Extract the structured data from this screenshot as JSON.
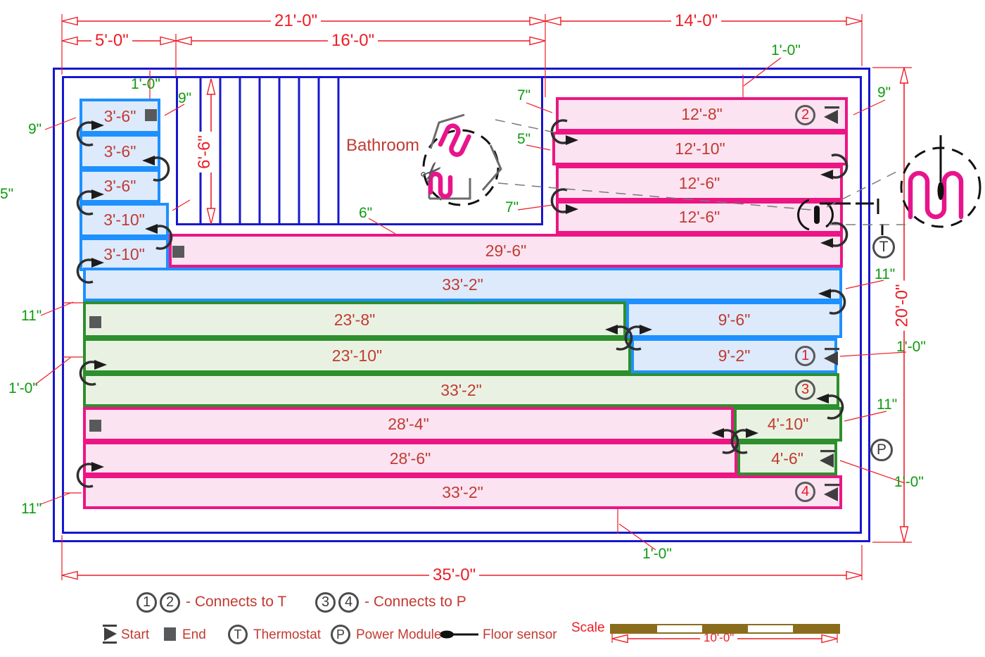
{
  "dims": {
    "w21": "21'-0\"",
    "w14": "14'-0\"",
    "w5": "5'-0\"",
    "w16": "16'-0\"",
    "h6_6": "6'-6\"",
    "h20": "20'-0\"",
    "w35": "35'-0\"",
    "scale_label": "Scale",
    "scale_len": "10'-0\""
  },
  "rooms": {
    "bathroom": "Bathroom"
  },
  "mats": [
    {
      "label": "3'-6\""
    },
    {
      "label": "3'-6\""
    },
    {
      "label": "3'-6\""
    },
    {
      "label": "3'-10\""
    },
    {
      "label": "3'-10\""
    },
    {
      "label": "12'-8\"",
      "badge": "2"
    },
    {
      "label": "12'-10\""
    },
    {
      "label": "12'-6\""
    },
    {
      "label": "12'-6\""
    },
    {
      "label": "29'-6\""
    },
    {
      "label": "33'-2\""
    },
    {
      "label": "23'-8\""
    },
    {
      "label": "9'-6\""
    },
    {
      "label": "23'-10\""
    },
    {
      "label": "9'-2\"",
      "badge": "1"
    },
    {
      "label": "33'-2\"",
      "badge": "3"
    },
    {
      "label": "28'-4\""
    },
    {
      "label": "4'-10\""
    },
    {
      "label": "28'-6\""
    },
    {
      "label": "4'-6\""
    },
    {
      "label": "33'-2\"",
      "badge": "4"
    }
  ],
  "offsets": [
    {
      "label": "1'-0\""
    },
    {
      "label": "9\""
    },
    {
      "label": "9\""
    },
    {
      "label": "5\""
    },
    {
      "label": "1'-0\""
    },
    {
      "label": "7\""
    },
    {
      "label": "5\""
    },
    {
      "label": "7\""
    },
    {
      "label": "6\""
    },
    {
      "label": "9\""
    },
    {
      "label": "11\""
    },
    {
      "label": "1'-0\""
    },
    {
      "label": "11\""
    },
    {
      "label": "1'-0\""
    },
    {
      "label": "11\""
    },
    {
      "label": "1'-0\""
    },
    {
      "label": "11\""
    },
    {
      "label": "1'-0\""
    }
  ],
  "symbols": {
    "thermostat": "T",
    "power": "P"
  },
  "legend": {
    "c1": "1",
    "c2": "2",
    "connects_t": "- Connects to T",
    "c3": "3",
    "c4": "4",
    "connects_p": "- Connects to P",
    "start": "Start",
    "end": "End",
    "thermostat": "Thermostat",
    "t_sym": "T",
    "power_module": "Power Module",
    "p_sym": "P",
    "floor_sensor": "Floor sensor"
  }
}
